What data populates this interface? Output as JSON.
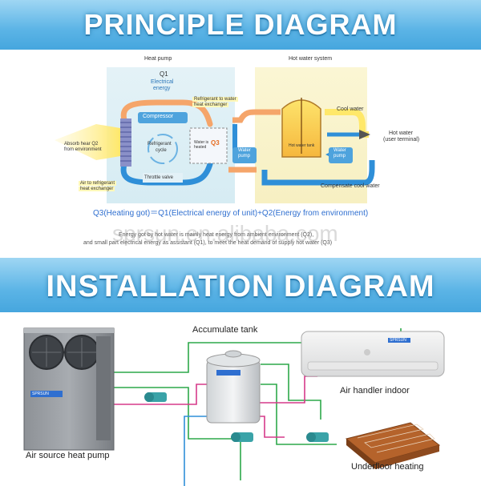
{
  "principle": {
    "banner_title": "PRINCIPLE DIAGRAM",
    "heat_pump_label": "Heat pump",
    "hot_water_system_label": "Hot water system",
    "q1": "Q1",
    "electrical_energy": [
      "Electrical",
      "energy"
    ],
    "compressor": "Compressor",
    "refrigerant_cycle": [
      "Refrigerant",
      "cycle"
    ],
    "throttle_valve": "Throttle valve",
    "absorb_heat": [
      "Absorb hear Q2",
      "from environment"
    ],
    "air_exchanger": [
      "Air to refrigerant",
      "heat exchanger"
    ],
    "refrigerant_water_exchanger": [
      "Refrigerant to water",
      "heat exchanger"
    ],
    "q3": "Q3",
    "water_heated": [
      "Water is",
      "heated"
    ],
    "water_pump_left": [
      "Water",
      "pump"
    ],
    "cool_water": "Cool water",
    "hot_water_tank": "Hot water tank",
    "water_pump_right": [
      "Water",
      "pump"
    ],
    "hot_water_user": [
      "Hot water",
      "(user terminal)"
    ],
    "compensate": "Compensate cool water",
    "equation": "Q3(Heating got)＝Q1(Electrical energy of unit)+Q2(Energy from environment)",
    "description": [
      "Energy got by hot water is mainly heat energy from ambient environment (Q2),",
      "and small part electrical energy as assistant (Q1), to meet the heat demand of supply hot water (Q3)"
    ]
  },
  "installation": {
    "banner_title": "INSTALLATION DIAGRAM",
    "accumulate_tank": "Accumulate tank",
    "air_handler": "Air handler indoor",
    "heat_pump": "Air  source heat pump",
    "underfloor": "Underfloor heating",
    "brand_unit": "SPRSUN",
    "brand_indoor": "SPRSUN"
  },
  "watermark": "sprsun.en.alibaba.com",
  "colors": {
    "banner": "#5bb4e6",
    "pipe_hot": "#f5a56a",
    "pipe_cool": "#2f8fd8",
    "pipe_green": "#2da84a",
    "pipe_magenta": "#d63a8a",
    "equation": "#2f6fd0"
  }
}
